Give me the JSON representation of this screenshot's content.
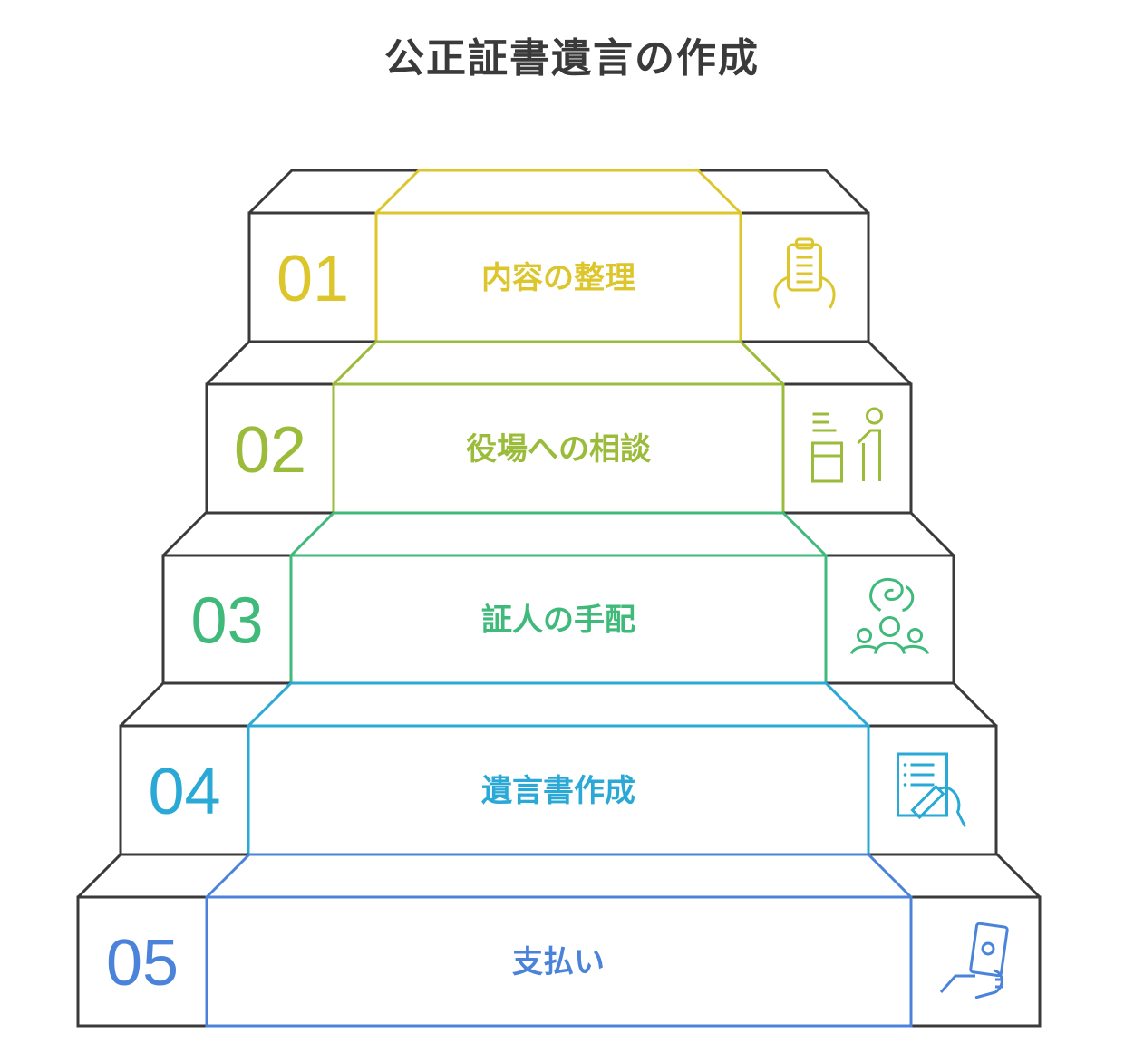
{
  "title": "公正証書遺言の作成",
  "steps": [
    {
      "number": "01",
      "label": "内容の整理",
      "color": "#dcc62c",
      "icon": "clipboard-hands-icon"
    },
    {
      "number": "02",
      "label": "役場への相談",
      "color": "#9bbc3a",
      "icon": "consultation-desk-icon"
    },
    {
      "number": "03",
      "label": "証人の手配",
      "color": "#3fba7a",
      "icon": "group-people-icon"
    },
    {
      "number": "04",
      "label": "遺言書作成",
      "color": "#2aa9d6",
      "icon": "document-signing-icon"
    },
    {
      "number": "05",
      "label": "支払い",
      "color": "#4b83db",
      "icon": "hand-holding-money-icon"
    }
  ],
  "outline_color": "#3a3a3a"
}
